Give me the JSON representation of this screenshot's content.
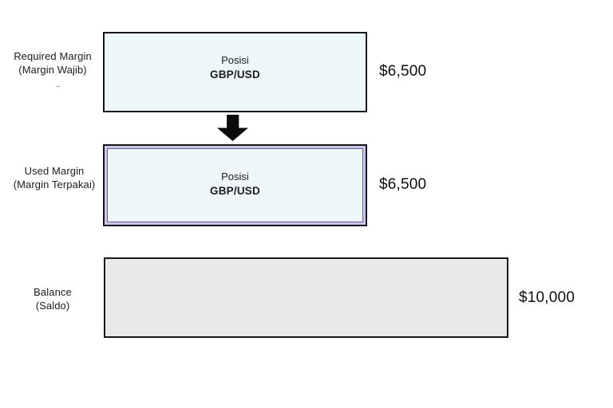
{
  "diagram": {
    "rows": [
      {
        "label": {
          "line1": "Required Margin",
          "line2": "(Margin Wajib)"
        },
        "note": "-",
        "box": {
          "title": "Posisi",
          "subtitle": "GBP/USD"
        },
        "value": "$6,500"
      },
      {
        "label": {
          "line1": "Used Margin",
          "line2": "(Margin Terpakai)"
        },
        "box": {
          "title": "Posisi",
          "subtitle": "GBP/USD"
        },
        "value": "$6,500"
      },
      {
        "label": {
          "line1": "Balance",
          "line2": "(Saldo)"
        },
        "value": "$10,000"
      }
    ],
    "icons": {
      "arrow": "down-block-arrow"
    },
    "colors": {
      "background": "#ffffff",
      "position_box_fill": "#edf6f9",
      "used_margin_inner_fill": "#eef6fa",
      "used_margin_border_band": "#cdc5e6",
      "balance_box_fill": "#e9e9e9",
      "box_border": "#17171d",
      "arrow": "#0b0b0b",
      "label_text": "#1b1b22",
      "value_text": "#0e0e0e"
    }
  }
}
